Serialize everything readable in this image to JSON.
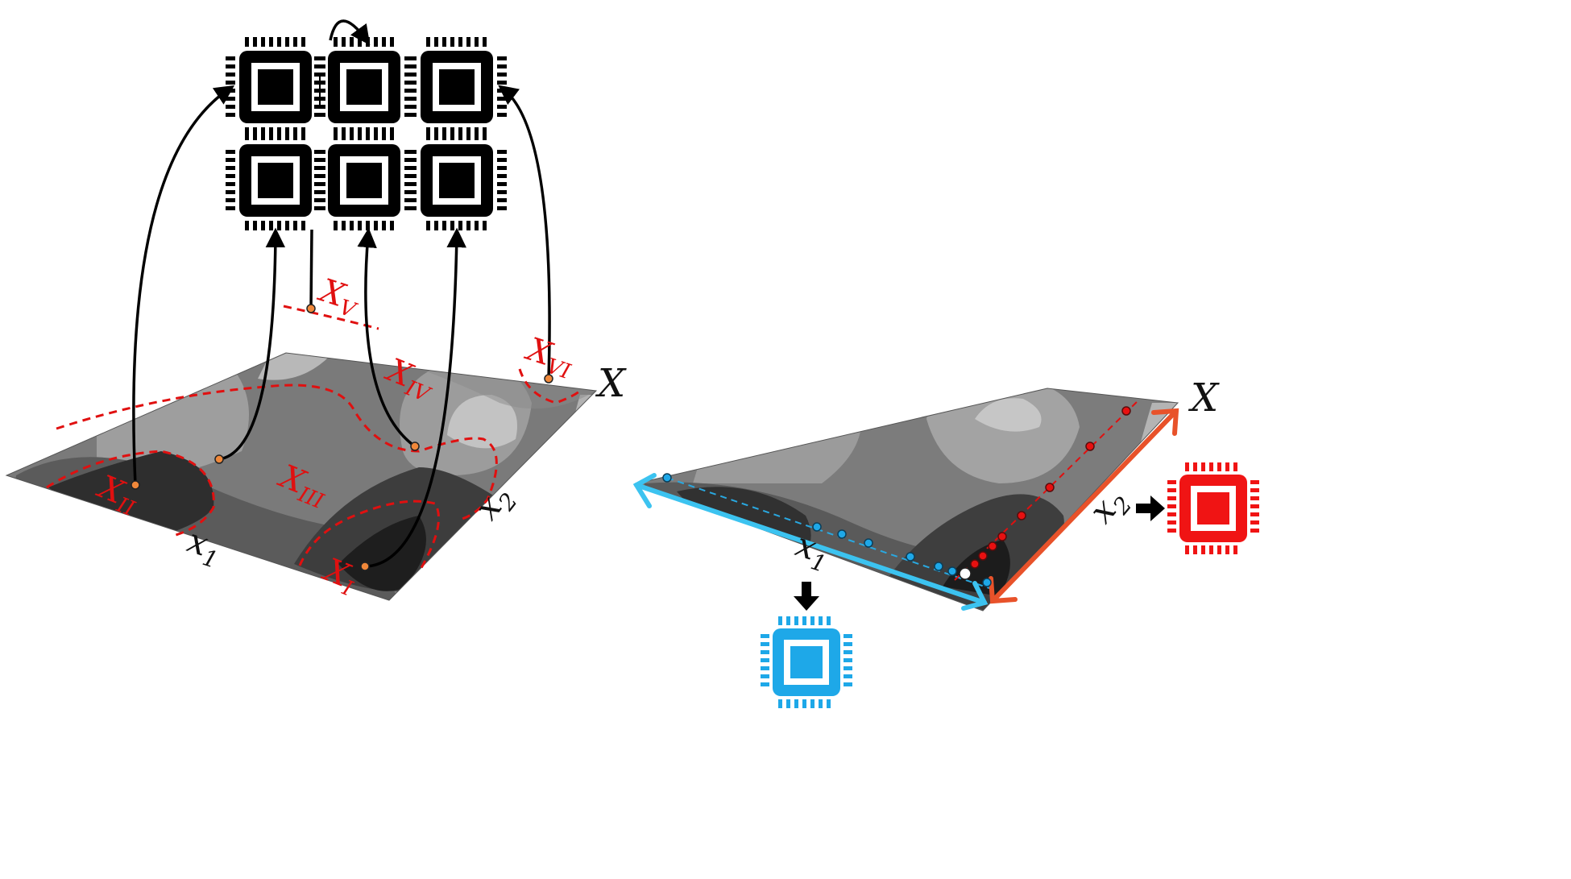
{
  "left_panel": {
    "domain_label": "X",
    "axis_x1": "x",
    "axis_x1_sub": "1",
    "axis_x2": "x",
    "axis_x2_sub": "2",
    "regions": [
      {
        "main": "X",
        "sub": "I"
      },
      {
        "main": "X",
        "sub": "II"
      },
      {
        "main": "X",
        "sub": "III"
      },
      {
        "main": "X",
        "sub": "IV"
      },
      {
        "main": "X",
        "sub": "V"
      },
      {
        "main": "X",
        "sub": "VI"
      }
    ],
    "processor_grid": {
      "rows": 2,
      "cols": 3,
      "icon": "cpu-chip-icon"
    }
  },
  "right_panel": {
    "domain_label": "X",
    "axis_x1": "x",
    "axis_x1_sub": "1",
    "axis_x2": "x",
    "axis_x2_sub": "2",
    "x1_processor_icon": "cpu-chip-icon",
    "x2_processor_icon": "cpu-chip-icon"
  },
  "colors": {
    "region_boundary": "#e01010",
    "x1_axis": "#3cc3f0",
    "x2_axis": "#e8522a",
    "x1_chip": "#1ea8e8",
    "x2_chip": "#f01414",
    "sample_point": "#f0883a"
  }
}
